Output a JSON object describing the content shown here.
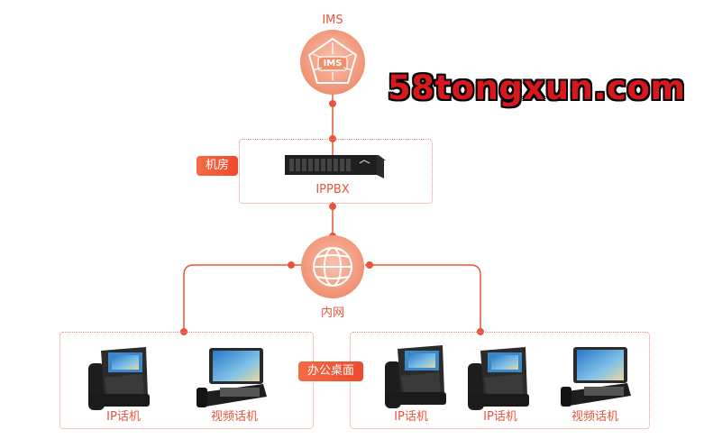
{
  "watermark": "58tongxun.com",
  "ims": {
    "top_label": "IMS",
    "badge": "IMS"
  },
  "server_room": {
    "tag": "机房",
    "device_label": "IPPBX"
  },
  "network": {
    "label": "内网"
  },
  "office": {
    "tag": "办公桌面"
  },
  "phones": {
    "left": [
      "IP话机",
      "视频话机"
    ],
    "right": [
      "IP话机",
      "IP话机",
      "视频话机"
    ]
  },
  "colors": {
    "accent": "#ee4a2b",
    "node": "#f3a48b",
    "line": "#e8553a",
    "dotted": "#ee8b78"
  }
}
